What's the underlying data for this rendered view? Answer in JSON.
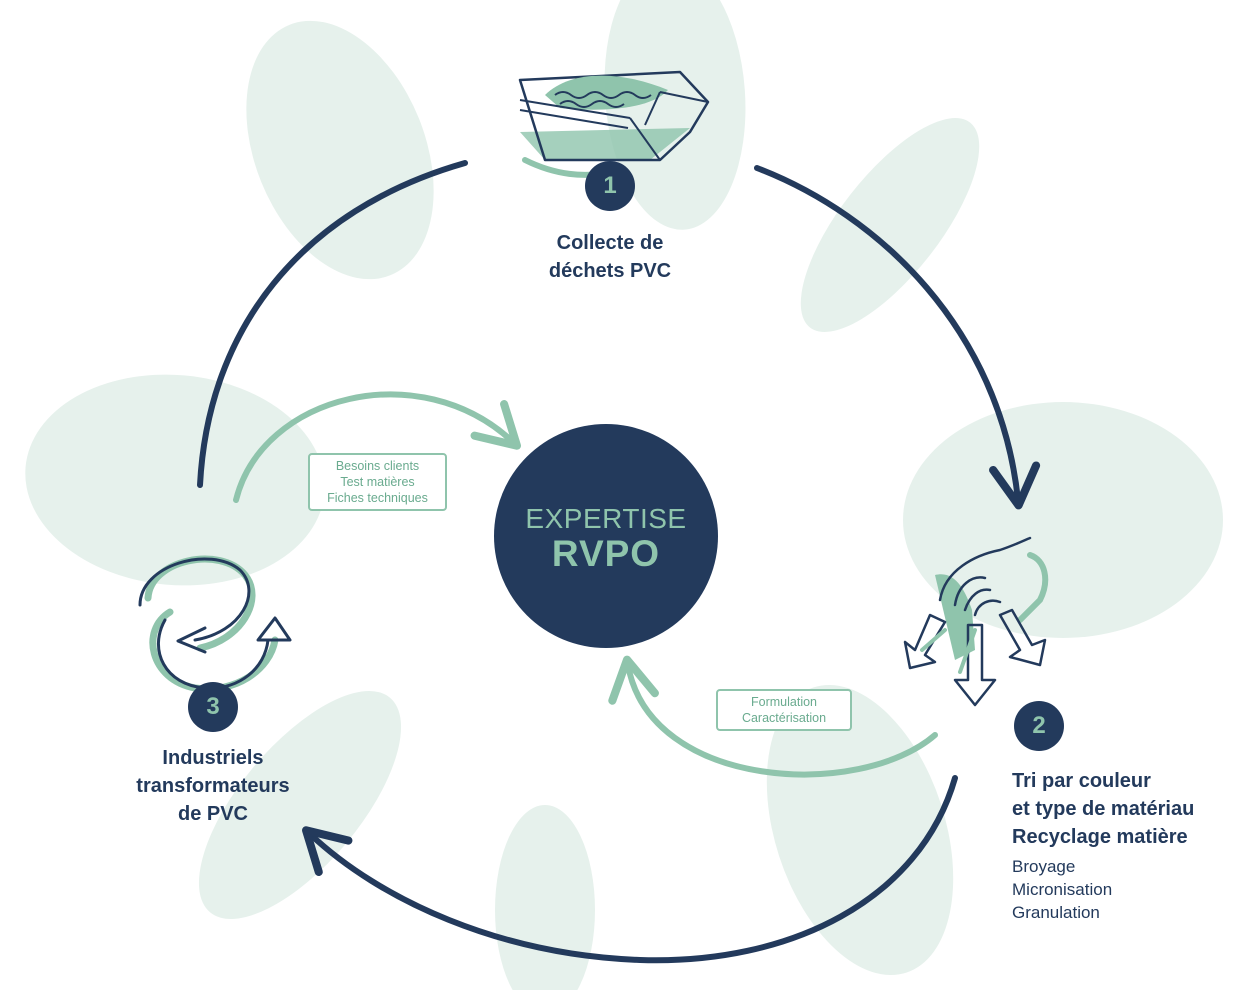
{
  "hub": {
    "line1": "EXPERTISE",
    "line2": "RVPO"
  },
  "steps": [
    {
      "number": "1",
      "title_lines": [
        "Collecte de",
        "déchets PVC"
      ]
    },
    {
      "number": "2",
      "title_lines": [
        "Tri par couleur",
        "et type de matériau",
        "Recyclage matière"
      ],
      "sub_lines": [
        "Broyage",
        "Micronisation",
        "Granulation"
      ]
    },
    {
      "number": "3",
      "title_lines": [
        "Industriels",
        "transformateurs",
        "de PVC"
      ]
    }
  ],
  "feedback_notes": {
    "left": [
      "Besoins clients",
      "Test matières",
      "Fiches techniques"
    ],
    "right": [
      "Formulation",
      "Caractérisation"
    ]
  },
  "icons": {
    "step1": "waste-bin-icon",
    "step2": "sorting-hands-arrows-icon",
    "step3": "circular-transform-arrows-icon"
  },
  "colors": {
    "navy": "#233a5c",
    "mint": "#8fc4ac",
    "mint_text": "#6aab8f",
    "petal": "#e6f1ec"
  }
}
